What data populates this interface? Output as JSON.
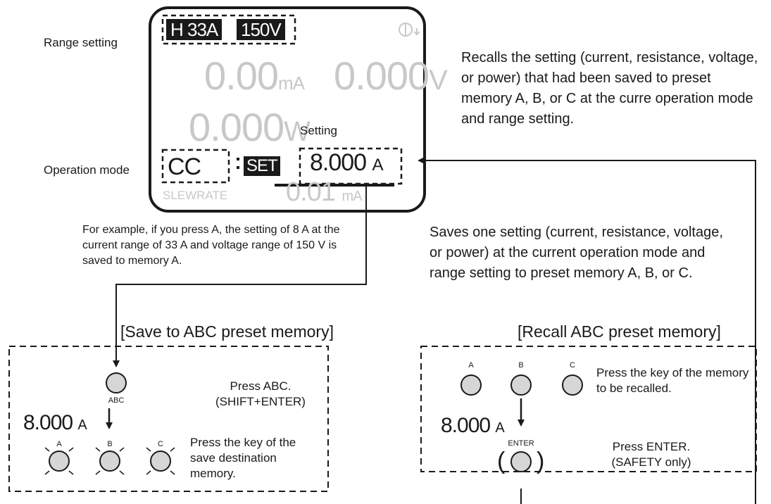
{
  "labels": {
    "range_setting": "Range setting",
    "operation_mode": "Operation mode",
    "setting": "Setting"
  },
  "display": {
    "range_current": "H 33A",
    "range_voltage": "150V",
    "current_value": "0.00",
    "current_unit": "mA",
    "voltage_value": "0.000",
    "voltage_unit": "V",
    "power_value": "0.000",
    "power_unit": "W",
    "mode": "CC",
    "set_badge": "SET",
    "set_value": "8.000",
    "set_unit": "A",
    "slewrate_label": "SLEWRATE",
    "slewrate_value": "0.01",
    "slewrate_unit": "mA"
  },
  "descriptions": {
    "recall": "Recalls the setting (current, resistance, voltage, or power) that had been saved to preset memory A, B, or C at the curre operation mode and range setting.",
    "save": "Saves one setting (current, resistance, voltage, or power) at the current operation mode and range setting to preset memory A, B, or C.",
    "example": "For example, if you press A, the setting of 8 A at the current range of 33 A and voltage range of 150 V is saved to memory A."
  },
  "save_panel": {
    "title": "[Save to ABC preset memory]",
    "abc_key": "ABC",
    "step1": "Press ABC.\n(SHIFT+ENTER)",
    "value": "8.000",
    "unit": "A",
    "keys": [
      "A",
      "B",
      "C"
    ],
    "step2": "Press the key of the save destination memory."
  },
  "recall_panel": {
    "title": "[Recall ABC preset memory]",
    "keys": [
      "A",
      "B",
      "C"
    ],
    "step1": "Press the key of the memory to be recalled.",
    "value": "8.000",
    "unit": "A",
    "enter_key": "ENTER",
    "step2": "Press ENTER.\n(SAFETY only)"
  }
}
